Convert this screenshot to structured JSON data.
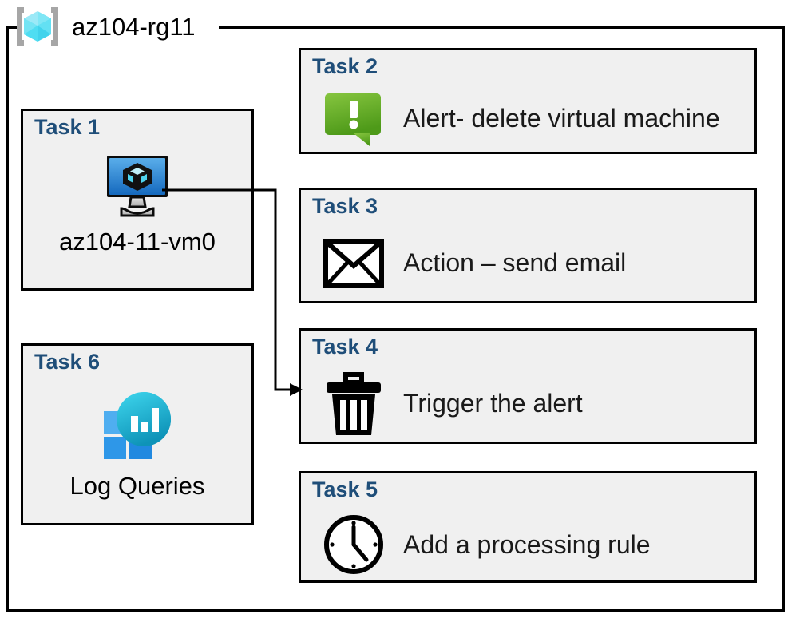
{
  "resource_group": {
    "name": "az104-rg11",
    "icon": "resource-group-cube-icon",
    "icon_colors": {
      "cube_light": "#7FE6F5",
      "cube_mid": "#41D3EC",
      "cube_dark": "#9BE9F7",
      "bracket": "#A6A6A6"
    }
  },
  "colors": {
    "card_fill": "#F0F0F0",
    "card_border": "#000000",
    "task_label": "#1F4E79",
    "caption_text": "#1A1A1A",
    "alert_green_light": "#7CBF3F",
    "alert_green_dark": "#4E9A1E",
    "vm_blue_light": "#4FA3E3",
    "vm_blue_dark": "#1B6FC2",
    "log_tile_blue": "#2E97E8",
    "log_tile_blue_light": "#4FAEF0",
    "log_circle_cyan": "#32CFE8",
    "log_circle_teal": "#0F9BBF"
  },
  "left_column": [
    {
      "label": "Task 1",
      "caption": "az104-11-vm0",
      "icon": "virtual-machine-icon"
    },
    {
      "label": "Task 6",
      "caption": "Log Queries",
      "icon": "log-analytics-icon"
    }
  ],
  "right_column": [
    {
      "label": "Task 2",
      "caption": "Alert- delete virtual machine",
      "icon": "alert-exclamation-bubble-icon"
    },
    {
      "label": "Task 3",
      "caption": "Action – send email",
      "icon": "envelope-icon"
    },
    {
      "label": "Task 4",
      "caption": "Trigger the alert",
      "icon": "trash-can-icon"
    },
    {
      "label": "Task 5",
      "caption": "Add a processing rule",
      "icon": "clock-icon"
    }
  ],
  "connector": {
    "from": "virtual-machine-icon",
    "to": "Task 4",
    "arrow": "arrowhead-right"
  }
}
